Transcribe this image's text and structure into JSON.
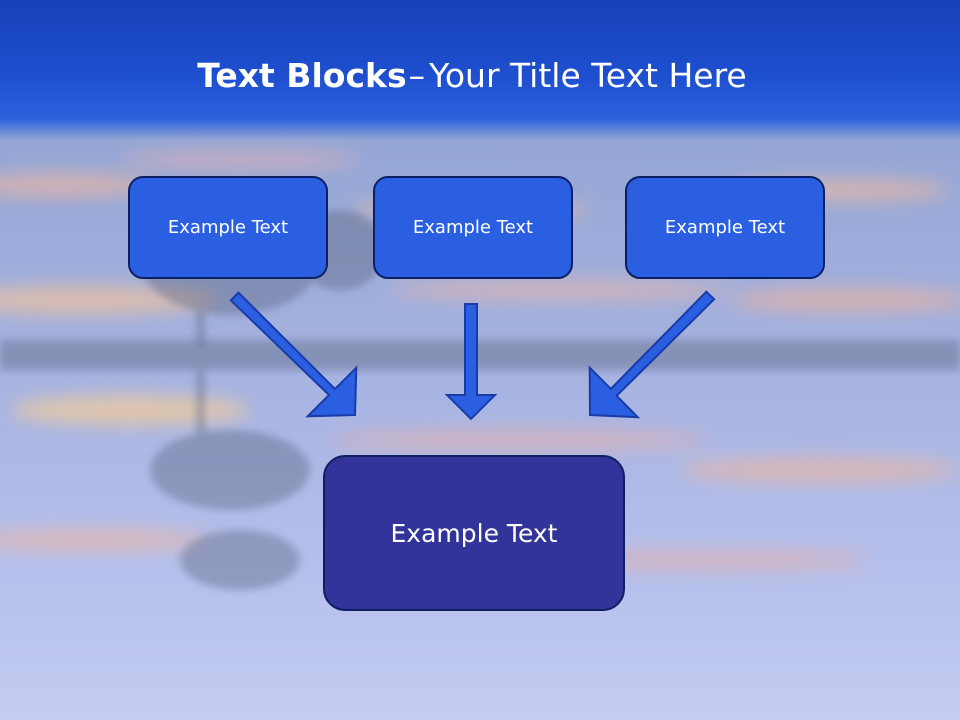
{
  "title": {
    "bold": "Text Blocks",
    "separator": "–",
    "rest": "Your Title Text Here"
  },
  "boxes": {
    "left": "Example Text",
    "center": "Example Text",
    "right": "Example Text",
    "bottom": "Example Text"
  },
  "colors": {
    "header": "#1e4fcf",
    "small_box": "#2a5fe2",
    "big_box": "#33349a",
    "box_border": "#0d1f63",
    "arrow_fill": "#2a5fe2",
    "arrow_stroke": "#1a3aa8"
  }
}
